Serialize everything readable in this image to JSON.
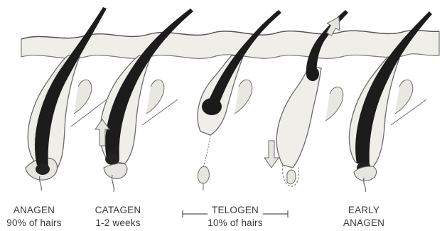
{
  "stages": [
    {
      "name": "ANAGEN",
      "detail": "90% of hairs"
    },
    {
      "name": "CATAGEN",
      "detail": "1-2 weeks"
    },
    {
      "name": "TELOGEN",
      "detail": "10% of hairs"
    },
    {
      "name": "EARLY",
      "detail": "ANAGEN"
    }
  ],
  "colors": {
    "hair": "#1c1c1c",
    "skin": "#efeee9",
    "outline": "#6a6a6a",
    "text": "#3a3a3a"
  }
}
